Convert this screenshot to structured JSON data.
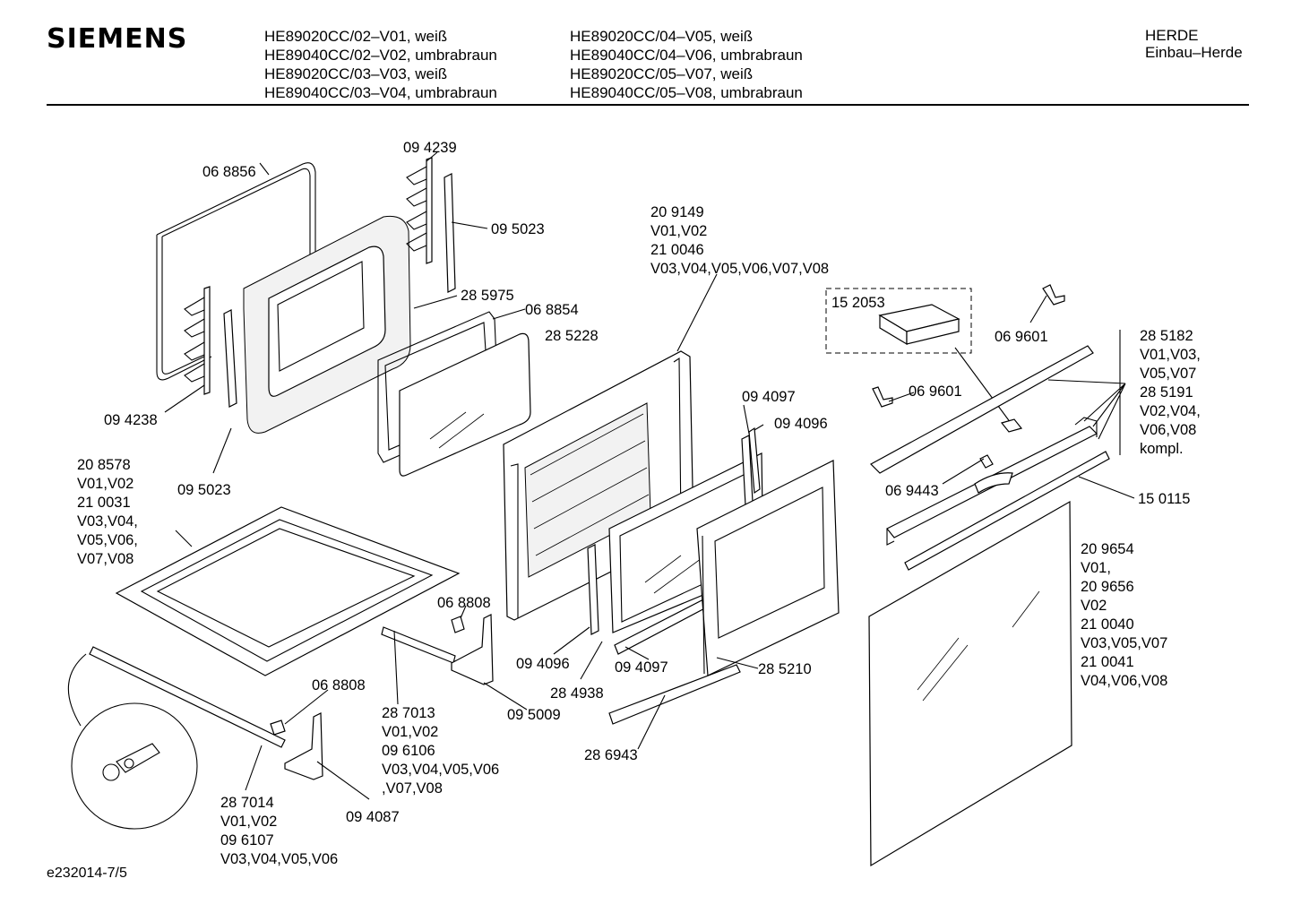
{
  "header": {
    "brand": "SIEMENS",
    "models_col1": [
      "HE89020CC/02–V01, weiß",
      "HE89040CC/02–V02, umbrabraun",
      "HE89020CC/03–V03, weiß",
      "HE89040CC/03–V04, umbrabraun"
    ],
    "models_col2": [
      "HE89020CC/04–V05, weiß",
      "HE89040CC/04–V06, umbrabraun",
      "HE89020CC/05–V07, weiß",
      "HE89040CC/05–V08, umbrabraun"
    ],
    "category_line1": "HERDE",
    "category_line2": "Einbau–Herde"
  },
  "labels": [
    {
      "id": "p-068856",
      "lines": [
        "06 8856"
      ]
    },
    {
      "id": "p-094239",
      "lines": [
        "09 4239"
      ]
    },
    {
      "id": "p-095023-top",
      "lines": [
        "09 5023"
      ]
    },
    {
      "id": "p-285975",
      "lines": [
        "28 5975"
      ]
    },
    {
      "id": "p-068854",
      "lines": [
        "06 8854"
      ]
    },
    {
      "id": "p-285228",
      "lines": [
        "28 5228"
      ]
    },
    {
      "id": "p-094238",
      "lines": [
        "09 4238"
      ]
    },
    {
      "id": "p-095023-bottom",
      "lines": [
        "09 5023"
      ]
    },
    {
      "id": "p-209149",
      "lines": [
        "20 9149",
        "V01,V02",
        "21 0046",
        "V03,V04,V05,V06,V07,V08"
      ]
    },
    {
      "id": "p-152053",
      "lines": [
        "15 2053"
      ]
    },
    {
      "id": "p-069601-top",
      "lines": [
        "06 9601"
      ]
    },
    {
      "id": "p-285182",
      "lines": [
        "28 5182",
        "V01,V03,",
        "V05,V07",
        "28 5191",
        "V02,V04,",
        "V06,V08",
        "kompl."
      ]
    },
    {
      "id": "p-069601-mid",
      "lines": [
        "06 9601"
      ]
    },
    {
      "id": "p-094097-top",
      "lines": [
        "09 4097"
      ]
    },
    {
      "id": "p-094096-top",
      "lines": [
        "09 4096"
      ]
    },
    {
      "id": "p-069443",
      "lines": [
        "06 9443"
      ]
    },
    {
      "id": "p-150115",
      "lines": [
        "15 0115"
      ]
    },
    {
      "id": "p-208578",
      "lines": [
        "20 8578",
        "V01,V02",
        "21 0031",
        "V03,V04,",
        "V05,V06,",
        "V07,V08"
      ]
    },
    {
      "id": "p-209654",
      "lines": [
        "20 9654",
        "V01,",
        "20 9656",
        "V02",
        "21 0040",
        "V03,V05,V07",
        "21 0041",
        "V04,V06,V08"
      ]
    },
    {
      "id": "p-068808-mid",
      "lines": [
        "06 8808"
      ]
    },
    {
      "id": "p-094096-bottom",
      "lines": [
        "09 4096"
      ]
    },
    {
      "id": "p-094097-bottom",
      "lines": [
        "09 4097"
      ]
    },
    {
      "id": "p-285210",
      "lines": [
        "28 5210"
      ]
    },
    {
      "id": "p-284938",
      "lines": [
        "28 4938"
      ]
    },
    {
      "id": "p-095009",
      "lines": [
        "09 5009"
      ]
    },
    {
      "id": "p-068808-left",
      "lines": [
        "06 8808"
      ]
    },
    {
      "id": "p-287013",
      "lines": [
        "28 7013",
        "V01,V02",
        "09 6106",
        "V03,V04,V05,V06",
        ",V07,V08"
      ]
    },
    {
      "id": "p-286943",
      "lines": [
        "28 6943"
      ]
    },
    {
      "id": "p-287014",
      "lines": [
        "28 7014",
        "V01,V02",
        "09 6107",
        "V03,V04,V05,V06"
      ]
    },
    {
      "id": "p-094087",
      "lines": [
        "09 4087"
      ]
    }
  ],
  "footer": {
    "code": "e232014-7/5"
  }
}
